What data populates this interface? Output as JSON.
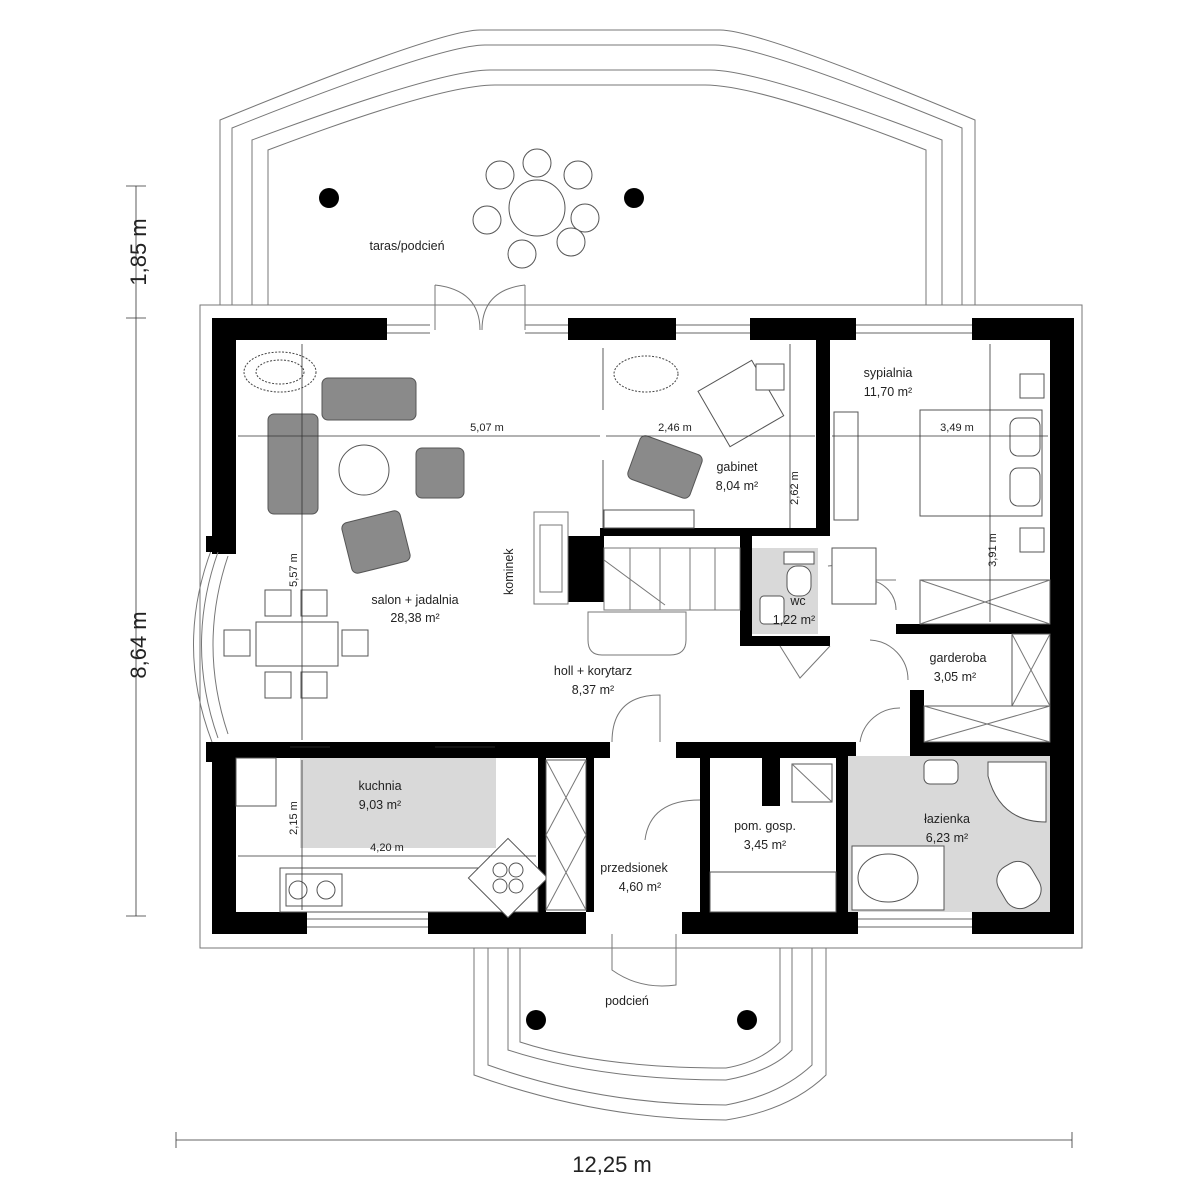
{
  "plan": {
    "rooms": {
      "terrace": {
        "name": "taras/podcień"
      },
      "living": {
        "name": "salon + jadalnia",
        "area": "28,38 m²"
      },
      "study": {
        "name": "gabinet",
        "area": "8,04 m²"
      },
      "bedroom": {
        "name": "sypialnia",
        "area": "11,70 m²"
      },
      "fireplace": {
        "name": "kominek"
      },
      "wc": {
        "name": "wc",
        "area": "1,22 m²"
      },
      "wardrobe": {
        "name": "garderoba",
        "area": "3,05 m²"
      },
      "hall": {
        "name": "holl + korytarz",
        "area": "8,37 m²"
      },
      "kitchen": {
        "name": "kuchnia",
        "area": "9,03 m²"
      },
      "utility": {
        "name": "pom. gosp.",
        "area": "3,45 m²"
      },
      "bathroom": {
        "name": "łazienka",
        "area": "6,23 m²"
      },
      "vestibule": {
        "name": "przedsionek",
        "area": "4,60 m²"
      },
      "porch": {
        "name": "podcień"
      }
    },
    "dimensions": {
      "living_width": "5,07 m",
      "study_width": "2,46 m",
      "study_depth": "2,62 m",
      "bedroom_width": "3,49 m",
      "bedroom_depth": "3,91 m",
      "living_depth": "5,57 m",
      "kitchen_depth": "2,15 m",
      "kitchen_width": "4,20 m",
      "overall_width": "12,25 m",
      "terrace_depth": "1,85 m",
      "overall_depth": "8,64 m"
    }
  }
}
